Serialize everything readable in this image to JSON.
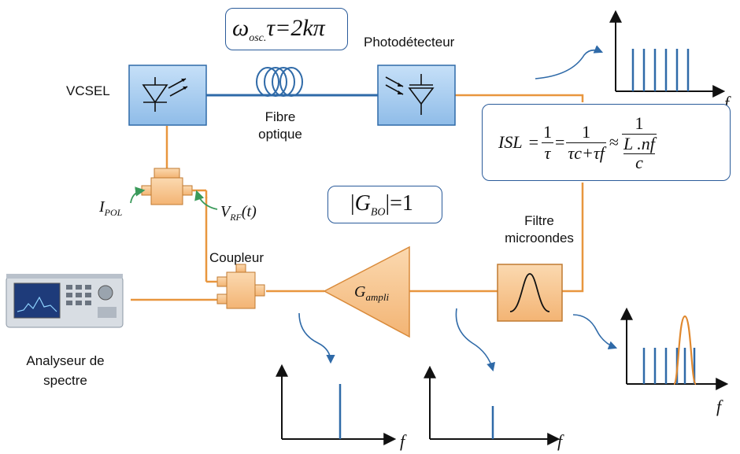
{
  "labels": {
    "vcsel": "VCSEL",
    "fibre": "Fibre\noptique",
    "photodetecteur": "Photodétecteur",
    "coupleur": "Coupleur",
    "filtre": "Filtre\nmicroondes",
    "analyseur": "Analyseur de\nspectre",
    "ipol_main": "I",
    "ipol_sub": "POL",
    "vrf_main": "V",
    "vrf_sub": "RF",
    "vrf_arg": "(t)",
    "gain_main": "G",
    "gain_sub": "ampli",
    "f_axis": "f"
  },
  "equations": {
    "oscillation_lhs": "ω",
    "oscillation_sub": "osc.",
    "oscillation_rhs": "τ=2kπ",
    "gbo_main": "G",
    "gbo_sub": "BO",
    "gbo_rhs": "=1",
    "isl_lhs": "ISL",
    "isl_eq": "=",
    "isl_frac1_num": "1",
    "isl_frac1_den": "τ",
    "isl_frac2_num": "1",
    "isl_frac2_den": "τc+τf",
    "isl_approx": "≈",
    "isl_frac3_num": "1",
    "isl_frac3_den_top": "L .nf",
    "isl_frac3_den_bottom": "c"
  },
  "colors": {
    "optical_line": "#2f6aa8",
    "rf_line": "#e8963e",
    "component_fill": "#a9cdf0",
    "component_stroke": "#2f6aa8",
    "amp_fill": "#f7c58e",
    "amp_stroke": "#d98a3a",
    "spectral_line": "#2f6aa8",
    "filter_curve": "#e0882e",
    "arrow": "#2f6aa8"
  }
}
